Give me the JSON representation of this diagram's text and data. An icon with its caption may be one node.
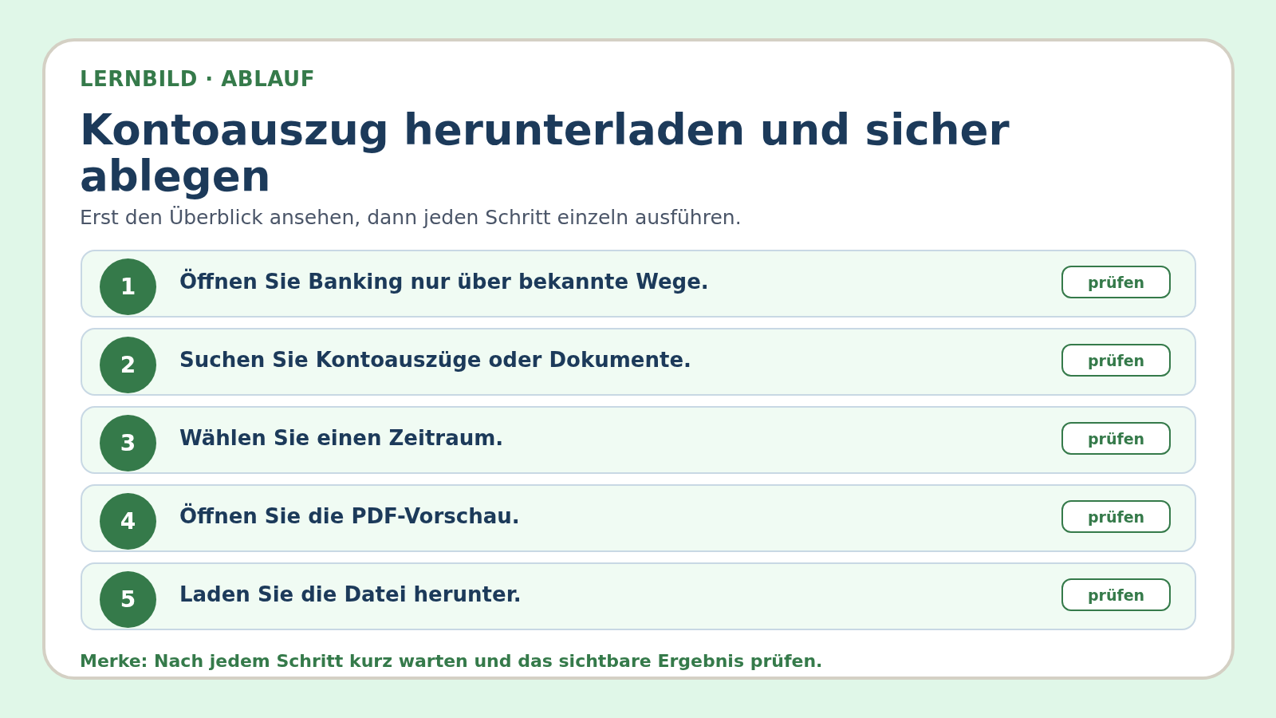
{
  "diagram": {
    "title": "Kontoauszug herunterladen und sicher ablegen",
    "nodes": [
      {
        "text": [
          "Öffnen Sie Banking nur über bekannte Wege."
        ]
      },
      {
        "text": [
          "1"
        ],
        "in": 0
      },
      {
        "text": [
          "prüfen"
        ],
        "in": 0
      },
      {
        "text": [
          "Suchen Sie Kontoauszüge oder Dokumente."
        ]
      },
      {
        "text": [
          "2"
        ],
        "in": 3
      },
      {
        "text": [
          "prüfen"
        ],
        "in": 3
      },
      {
        "text": [
          "Wählen Sie einen Zeitraum."
        ]
      },
      {
        "text": [
          "3"
        ],
        "in": 6
      },
      {
        "text": [
          "prüfen"
        ],
        "in": 6
      },
      {
        "text": [
          "Öffnen Sie die PDF-Vorschau."
        ]
      },
      {
        "text": [
          "4"
        ],
        "in": 9
      },
      {
        "text": [
          "prüfen"
        ],
        "in": 9
      },
      {
        "text": [
          "Laden Sie die Datei herunter."
        ]
      },
      {
        "text": [
          "5"
        ],
        "in": 12
      },
      {
        "text": [
          "prüfen"
        ],
        "in": 12
      }
    ],
    "labels": [
      "LERNBILD · ABLAUF",
      "Erst den Überblick ansehen, dann jeden Schritt einzeln ausführen.",
      "Merke: Nach jedem Schritt kurz warten und das sichtbare Ergebnis prüfen."
    ]
  }
}
